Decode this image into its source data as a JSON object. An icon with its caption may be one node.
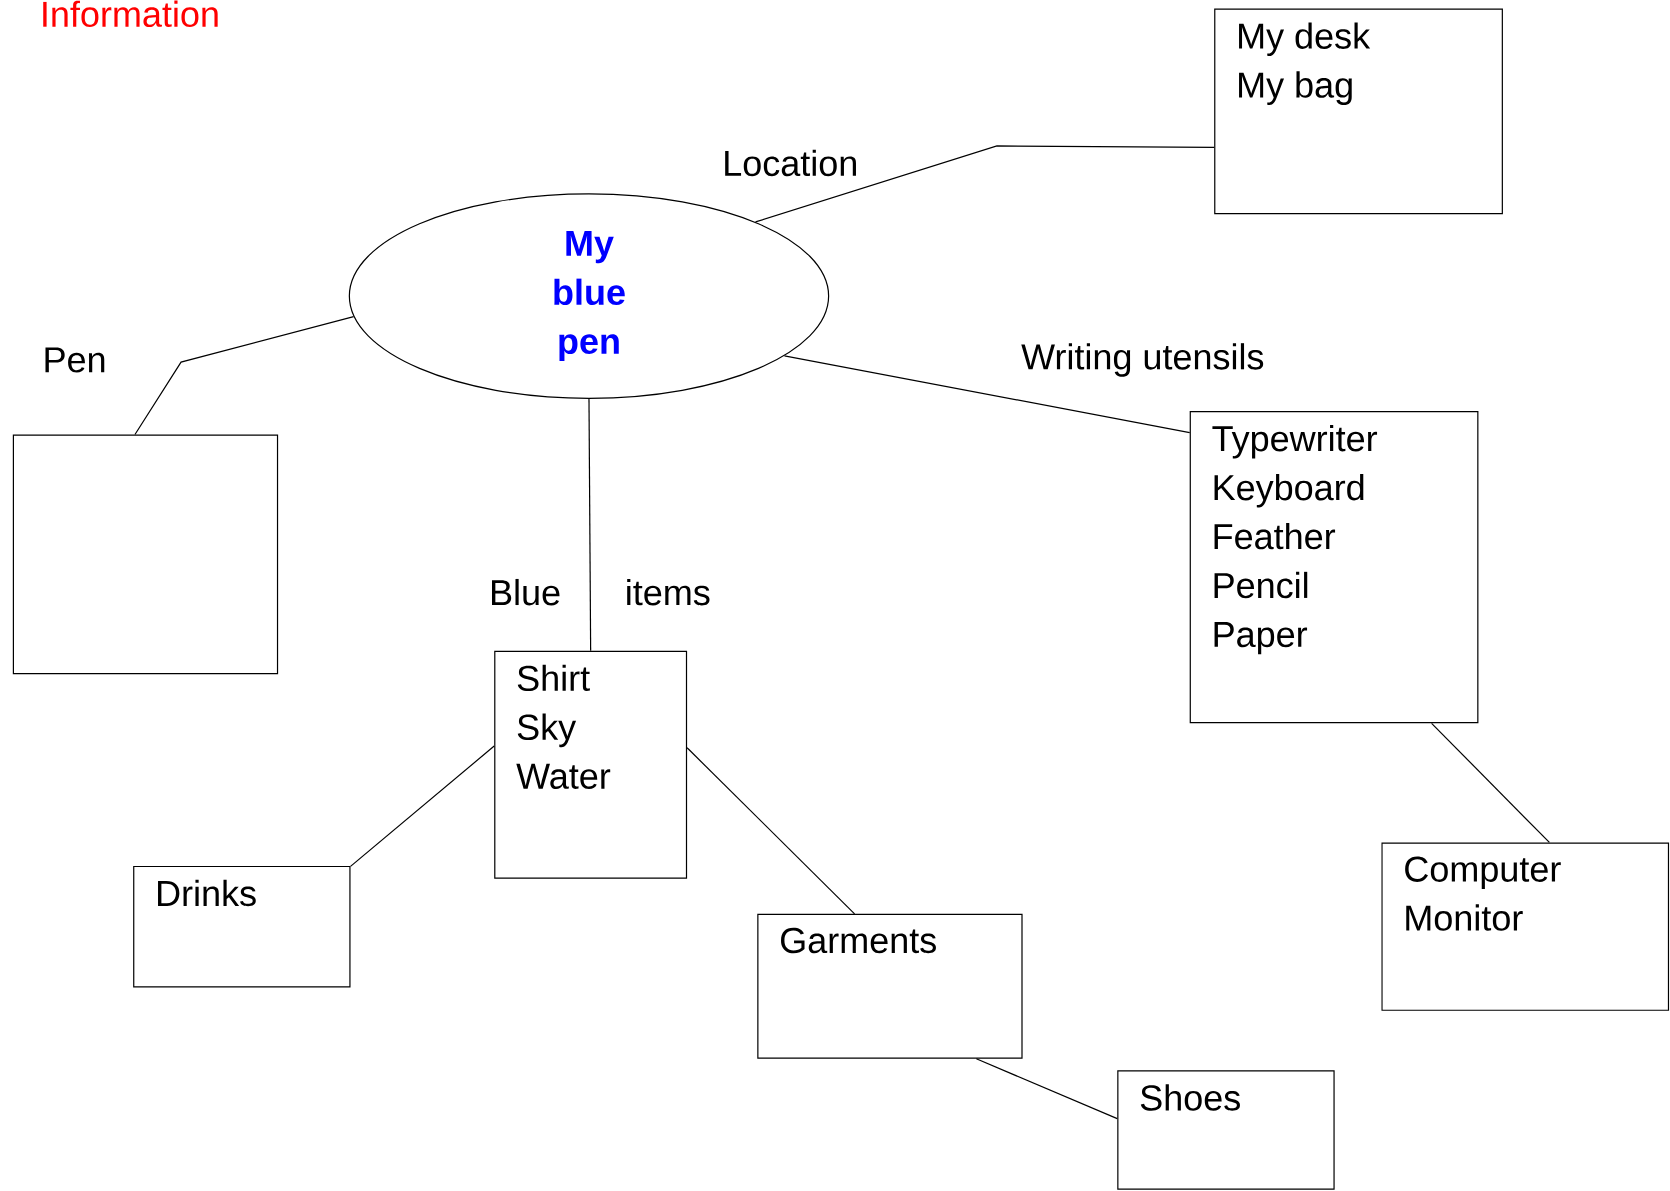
{
  "diagram": {
    "nodes": [
      {
        "text": [
          "My blue pen"
        ]
      },
      {
        "text": [
          "My desk",
          "My bag"
        ]
      },
      {
        "text": [],
        "shape": "box"
      },
      {
        "text": [
          "Typewriter",
          "Keyboard",
          "Feather",
          "Pencil",
          "Paper"
        ]
      },
      {
        "text": [
          "Shirt",
          "Sky",
          "Water"
        ]
      },
      {
        "text": [
          "Drinks"
        ]
      },
      {
        "text": [
          "Garments"
        ]
      },
      {
        "text": [
          "Computer",
          "Monitor"
        ]
      },
      {
        "text": [
          "Shoes"
        ]
      }
    ],
    "edges": [
      {
        "from": 0,
        "to": 1,
        "arrow": "none",
        "label": "Location"
      },
      {
        "from": 0,
        "to": 2,
        "arrow": "none",
        "label": "Pen"
      },
      {
        "from": 0,
        "to": 3,
        "arrow": "none",
        "label": "Writing utensils"
      },
      {
        "from": 0,
        "to": 4,
        "arrow": "none",
        "label": "Blue"
      },
      {
        "from": 4,
        "to": 5,
        "arrow": "none"
      },
      {
        "from": 4,
        "to": 6,
        "arrow": "none"
      },
      {
        "from": 3,
        "to": 7,
        "arrow": "none"
      },
      {
        "from": 6,
        "to": 8,
        "arrow": "none"
      }
    ],
    "labels": [
      "Information",
      "items"
    ]
  }
}
